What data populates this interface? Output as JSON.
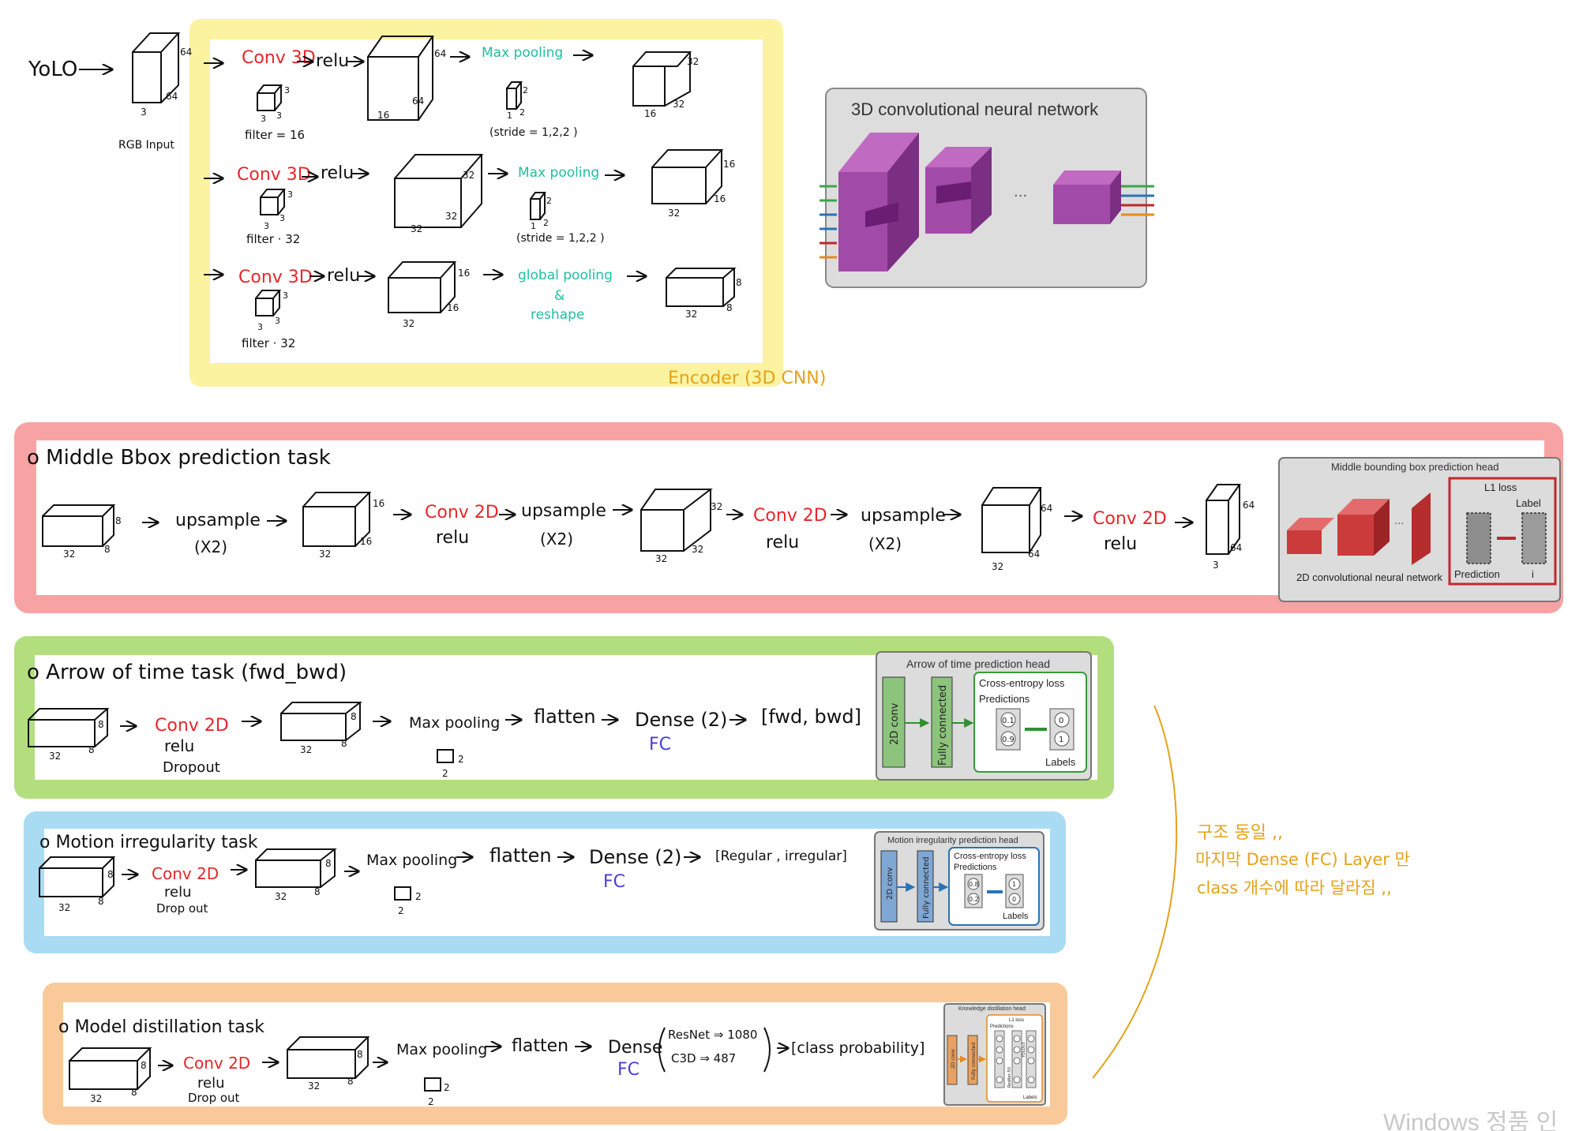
{
  "colors": {
    "encoder_band": "#fbf3a0",
    "middle_band": "#f7a3a3",
    "arrow_band": "#b3de7e",
    "motion_band": "#a9dcf3",
    "distill_band": "#f9c99a",
    "conv_red": "#e8262b",
    "pool_teal": "#1fbf9f",
    "fc_blue": "#4a3ddd",
    "note_orange": "#e5a21a",
    "ink": "#111111"
  },
  "encoder": {
    "yolo_label": "YoLO",
    "input_label": "RGB Input",
    "label": "Encoder (3D CNN)",
    "input_dims": {
      "depth": "64",
      "height": "64",
      "width": "3"
    },
    "rows": [
      {
        "conv": "Conv 3D",
        "relu": "relu",
        "filter": "filter = 16",
        "filter_dims": {
          "a": "3",
          "b": "3",
          "c": "3"
        },
        "out_dims": {
          "a": "64",
          "b": "64",
          "c": "16"
        },
        "pool": "Max pooling",
        "pool_note": "(stride = 1,2,2 )",
        "pool_dims": {
          "a": "1",
          "b": "2",
          "c": "2"
        },
        "final_dims": {
          "a": "32",
          "b": "32",
          "c": "16"
        }
      },
      {
        "conv": "Conv 3D",
        "relu": "relu",
        "filter": "filter · 32",
        "filter_dims": {
          "a": "3",
          "b": "3",
          "c": "3"
        },
        "out_dims": {
          "a": "32",
          "b": "32",
          "c": "32"
        },
        "pool": "Max pooling",
        "pool_note": "(stride = 1,2,2 )",
        "pool_dims": {
          "a": "1",
          "b": "2",
          "c": "2"
        },
        "final_dims": {
          "a": "16",
          "b": "16",
          "c": "32"
        }
      },
      {
        "conv": "Conv 3D",
        "relu": "relu",
        "filter": "filter · 32",
        "filter_dims": {
          "a": "3",
          "b": "3",
          "c": "3"
        },
        "out_dims": {
          "a": "16",
          "b": "16",
          "c": "32"
        },
        "pool_line1": "global pooling",
        "pool_line2": "&",
        "pool_line3": "reshape",
        "final_dims": {
          "a": "8",
          "b": "8",
          "c": "32"
        }
      }
    ]
  },
  "cnn_ref": {
    "title": "3D convolutional neural network"
  },
  "middle": {
    "title": "o Middle Bbox prediction task",
    "upsample": "upsample",
    "x2": "(X2)",
    "conv": "Conv 2D",
    "relu": "relu",
    "dims": [
      {
        "a": "8",
        "b": "8",
        "c": "32"
      },
      {
        "a": "16",
        "b": "16",
        "c": "32"
      },
      {
        "a": "32",
        "b": "32",
        "c": "32"
      },
      {
        "a": "64",
        "b": "64",
        "c": "32"
      },
      {
        "a": "64",
        "b": "64",
        "c": "3"
      }
    ],
    "ref": {
      "title": "Middle bounding box prediction head",
      "l1": "L1 loss",
      "label": "Label",
      "cnn": "2D convolutional neural network",
      "prediction": "Prediction",
      "i": "i"
    }
  },
  "arrow": {
    "title": "o Arrow of time task (fwd_bwd)",
    "conv": "Conv 2D",
    "relu": "relu",
    "dropout": "Dropout",
    "pool": "Max pooling",
    "pool_dims": {
      "a": "2",
      "b": "2"
    },
    "flatten": "flatten",
    "dense": "Dense (2)",
    "fc": "FC",
    "output": "[fwd, bwd]",
    "dims": [
      {
        "a": "8",
        "b": "8",
        "c": "32"
      },
      {
        "a": "8",
        "b": "8",
        "c": "32"
      }
    ],
    "ref": {
      "title": "Arrow of time prediction head",
      "conv": "2D conv",
      "fc": "Fully connected",
      "loss": "Cross-entropy loss",
      "predictions": "Predictions",
      "p1": "0.1",
      "p2": "0.9",
      "l1": "0",
      "l2": "1",
      "labels": "Labels"
    }
  },
  "motion": {
    "title": "o Motion irregularity task",
    "conv": "Conv 2D",
    "relu": "relu",
    "dropout": "Drop out",
    "pool": "Max pooling",
    "pool_dims": {
      "a": "2",
      "b": "2"
    },
    "flatten": "flatten",
    "dense": "Dense (2)",
    "fc": "FC",
    "output": "[Regular , irregular]",
    "dims": [
      {
        "a": "8",
        "b": "8",
        "c": "32"
      },
      {
        "a": "8",
        "b": "8",
        "c": "32"
      }
    ],
    "ref": {
      "title": "Motion irregularity prediction head",
      "conv": "2D conv",
      "fc": "Fully connected",
      "loss": "Cross-entropy loss",
      "predictions": "Predictions",
      "p1": "0.8",
      "p2": "0.2",
      "l1": "1",
      "l2": "0",
      "labels": "Labels"
    }
  },
  "distill": {
    "title": "o Model distillation task",
    "conv": "Conv 2D",
    "relu": "relu",
    "dropout": "Drop out",
    "pool": "Max pooling",
    "pool_dims": {
      "a": "2",
      "b": "2"
    },
    "flatten": "flatten",
    "dense": "Dense",
    "fc": "FC",
    "resnet": "ResNet ⇒ 1080",
    "c3d": "C3D ⇒ 487",
    "output": "[class probability]",
    "dims": [
      {
        "a": "8",
        "b": "8",
        "c": "32"
      },
      {
        "a": "8",
        "b": "8",
        "c": "32"
      }
    ],
    "ref": {
      "title": "Knowledge distillation head",
      "l1": "L1 loss",
      "predictions": "Predictions",
      "conv": "2D conv",
      "fc": "Fully connected",
      "yolo": "YOLOv3",
      "resnet": "ResNet-50",
      "labels": "Labels"
    }
  },
  "note": {
    "line1": "구조 동일 ,,",
    "line2": "마지막 Dense (FC) Layer 만",
    "line3": "class 개수에 따라 달라짐 ,,"
  },
  "watermark": "Windows 정품 인"
}
